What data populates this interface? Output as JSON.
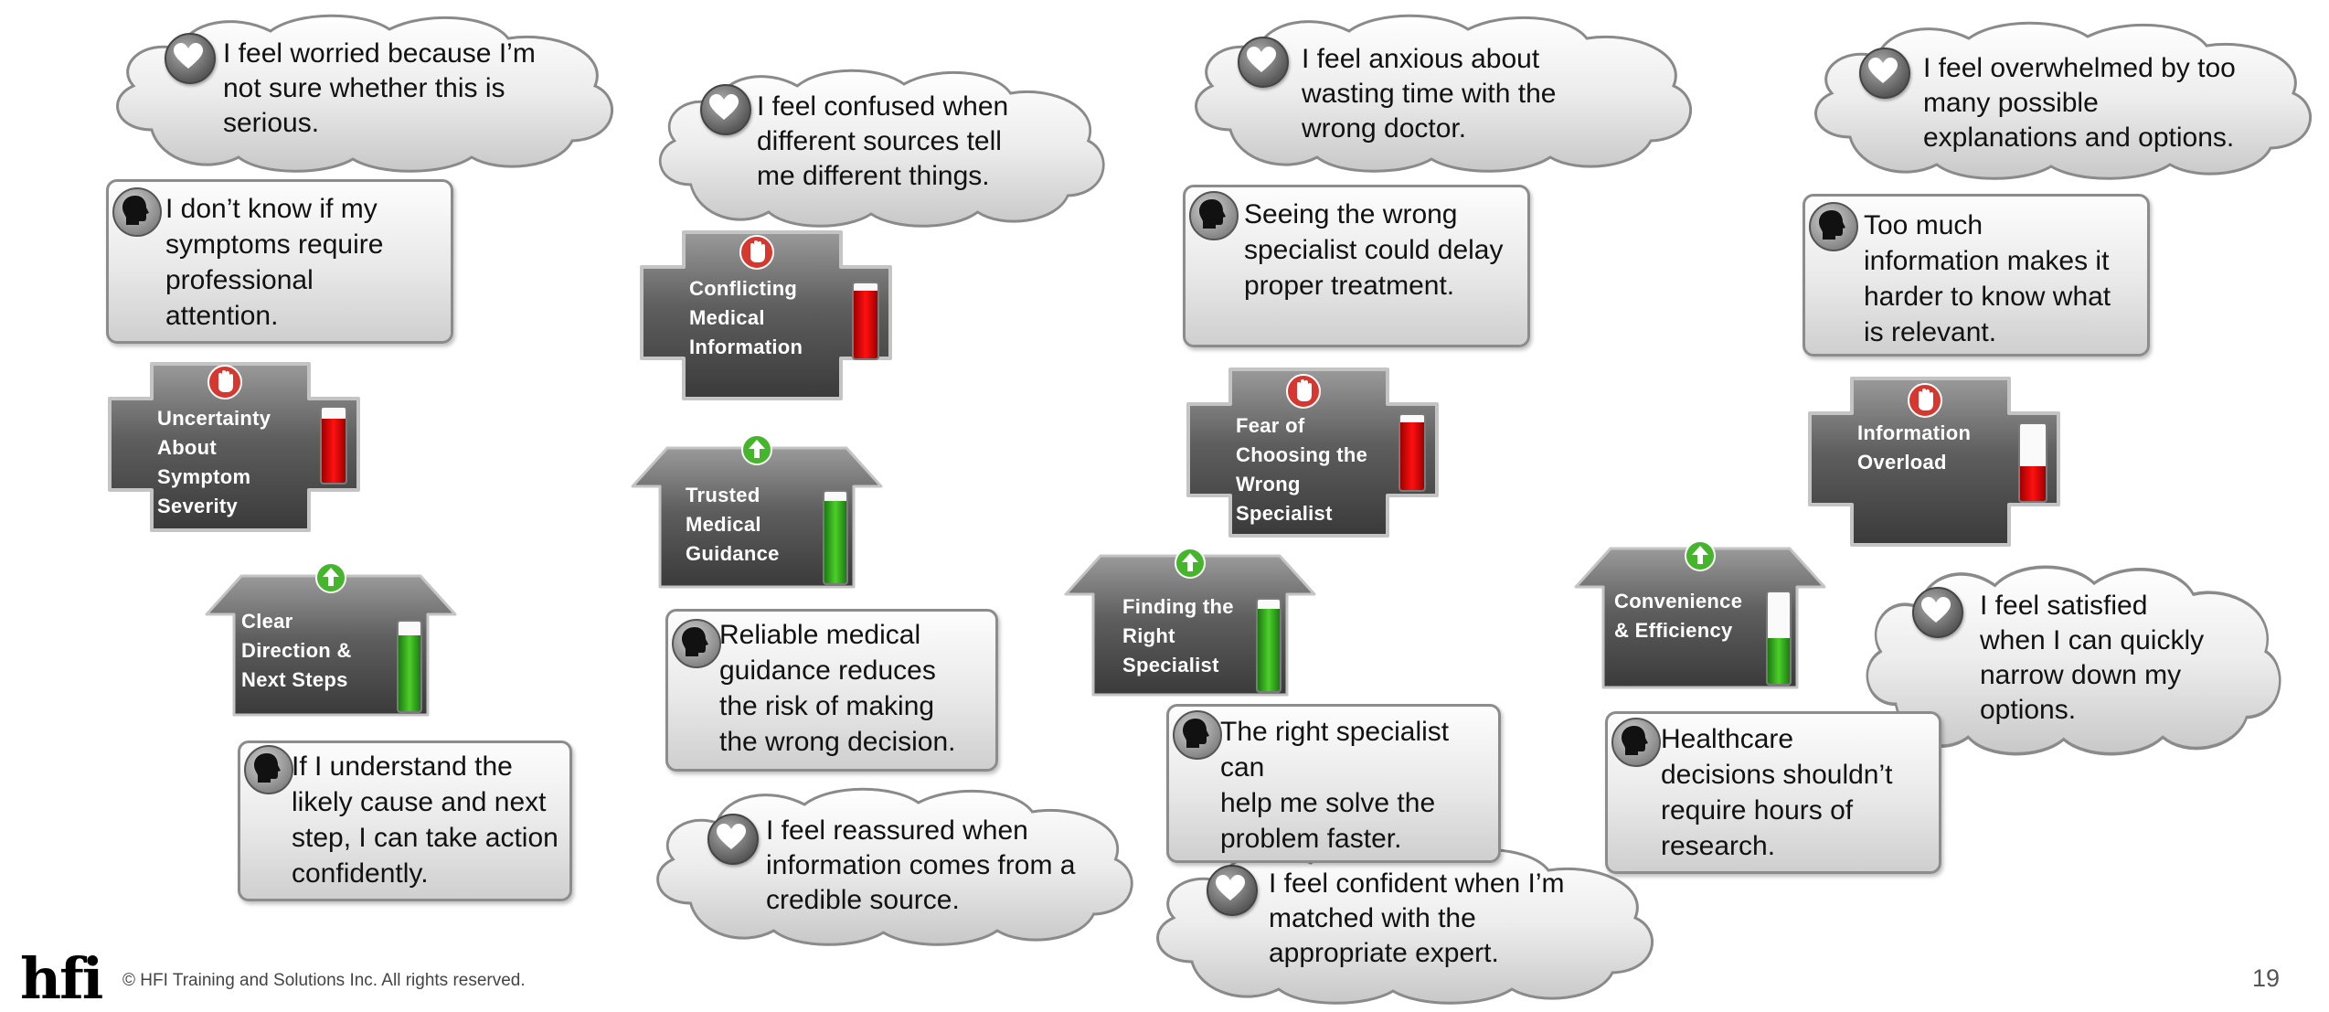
{
  "clouds": {
    "c1": {
      "lines": [
        "I feel worried because I’m",
        "not sure whether this is",
        "serious."
      ]
    },
    "c2": {
      "lines": [
        "I feel confused when",
        "different sources tell",
        "me different things."
      ]
    },
    "c3": {
      "lines": [
        "I feel anxious about",
        "wasting time with the",
        "wrong doctor."
      ]
    },
    "c4": {
      "lines": [
        "I feel overwhelmed by too",
        "many possible",
        "explanations and options."
      ]
    },
    "c5": {
      "lines": [
        "I feel reassured when",
        "information comes from a",
        "credible source."
      ]
    },
    "c6": {
      "lines": [
        "I feel confident when I’m",
        "matched with the",
        "appropriate expert."
      ]
    },
    "c7": {
      "lines": [
        "I feel satisfied",
        "when I can quickly",
        "narrow down my",
        "options."
      ]
    }
  },
  "thoughts": {
    "t1": {
      "lines": [
        "I don’t know if my",
        "symptoms require",
        "professional",
        "attention."
      ]
    },
    "t2": {
      "lines": [
        "If I understand the",
        "likely cause and next",
        "step, I can take action",
        "confidently."
      ]
    },
    "t3": {
      "lines": [
        "Reliable medical",
        "guidance reduces",
        "the risk of making",
        "the wrong decision."
      ]
    },
    "t4": {
      "lines": [
        "Seeing the wrong",
        "specialist could delay",
        "proper treatment."
      ]
    },
    "t5": {
      "lines": [
        "The right specialist can",
        "help me solve the",
        "problem faster."
      ]
    },
    "t6": {
      "lines": [
        "Too much",
        "information makes it",
        "harder to know what",
        "is relevant."
      ]
    },
    "t7": {
      "lines": [
        "Healthcare",
        "decisions shouldn’t",
        "require hours of",
        "research."
      ]
    }
  },
  "pains": {
    "p1": {
      "lines": [
        "Uncertainty",
        "About",
        "Symptom",
        "Severity"
      ],
      "level": 0.85,
      "color": "#e00000",
      "icon": "stop-hand-icon"
    },
    "p2": {
      "lines": [
        "Conflicting",
        "Medical",
        "Information"
      ],
      "level": 0.9,
      "color": "#e00000",
      "icon": "stop-hand-icon"
    },
    "p3": {
      "lines": [
        "Fear of",
        "Choosing the",
        "Wrong",
        "Specialist"
      ],
      "level": 0.9,
      "color": "#e00000",
      "icon": "stop-hand-icon"
    },
    "p4": {
      "lines": [
        "Information",
        "Overload"
      ],
      "level": 0.45,
      "color": "#e00000",
      "icon": "stop-hand-icon"
    }
  },
  "gains": {
    "g1": {
      "lines": [
        "Clear",
        "Direction &",
        "Next Steps"
      ],
      "level": 0.85,
      "color": "#3cbf20",
      "icon": "up-arrow-icon"
    },
    "g2": {
      "lines": [
        "Trusted",
        "Medical",
        "Guidance"
      ],
      "level": 0.9,
      "color": "#3cbf20",
      "icon": "up-arrow-icon"
    },
    "g3": {
      "lines": [
        "Finding the",
        "Right",
        "Specialist"
      ],
      "level": 0.9,
      "color": "#3cbf20",
      "icon": "up-arrow-icon"
    },
    "g4": {
      "lines": [
        "Convenience",
        "& Efficiency"
      ],
      "level": 0.5,
      "color": "#3cbf20",
      "icon": "up-arrow-icon"
    }
  },
  "footer": {
    "logo": "hfi",
    "copyright": "© HFI Training and Solutions Inc. All rights reserved.",
    "page": "19"
  }
}
